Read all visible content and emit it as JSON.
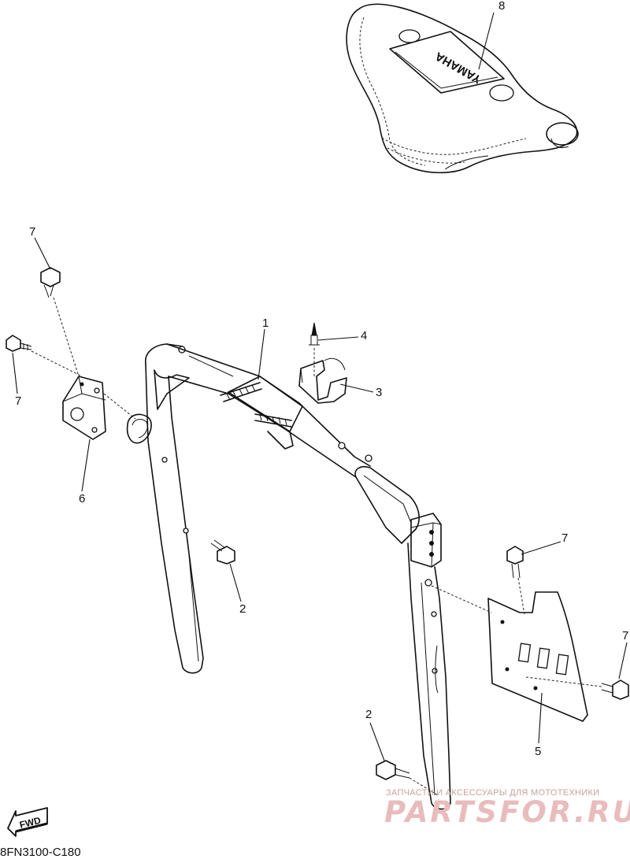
{
  "callouts": [
    {
      "id": "1",
      "label": "1"
    },
    {
      "id": "2",
      "label": "2"
    },
    {
      "id": "2b",
      "label": "2"
    },
    {
      "id": "3",
      "label": "3"
    },
    {
      "id": "4",
      "label": "4"
    },
    {
      "id": "5",
      "label": "5"
    },
    {
      "id": "6",
      "label": "6"
    },
    {
      "id": "7a",
      "label": "7"
    },
    {
      "id": "7b",
      "label": "7"
    },
    {
      "id": "7c",
      "label": "7"
    },
    {
      "id": "7d",
      "label": "7"
    },
    {
      "id": "8",
      "label": "8"
    }
  ],
  "cover_logo": "YAMAHA",
  "diagram_code": "8FN3100-C180",
  "fwd_label": "FWD",
  "watermark": {
    "tagline": "ЗАПЧАСТИ И АКСЕССУАРЫ ДЛЯ МОТОТЕХНИКИ",
    "site": "PARTSFOR.RU"
  }
}
